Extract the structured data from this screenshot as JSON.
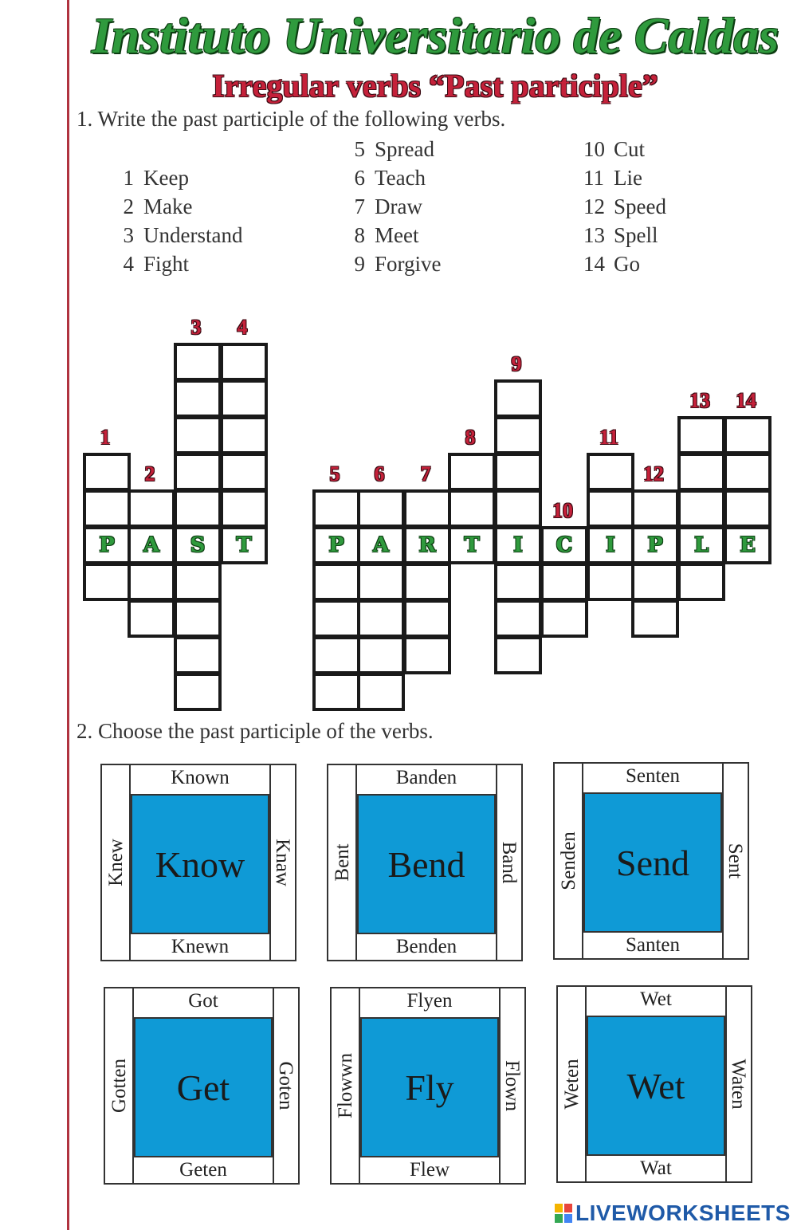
{
  "header": {
    "title": "Instituto Universitario de Caldas",
    "subtitle": "Irregular verbs “Past participle”"
  },
  "section1": {
    "instruction": "1.   Write the past participle of the following verbs.",
    "verbs": [
      {
        "n": "1",
        "w": "Keep"
      },
      {
        "n": "2",
        "w": "Make"
      },
      {
        "n": "3",
        "w": "Understand"
      },
      {
        "n": "4",
        "w": "Fight"
      },
      {
        "n": "5",
        "w": "Spread"
      },
      {
        "n": "6",
        "w": "Teach"
      },
      {
        "n": "7",
        "w": "Draw"
      },
      {
        "n": "8",
        "w": "Meet"
      },
      {
        "n": "9",
        "w": "Forgive"
      },
      {
        "n": "10",
        "w": "Cut"
      },
      {
        "n": "11",
        "w": "Lie"
      },
      {
        "n": "12",
        "w": "Speed"
      },
      {
        "n": "13",
        "w": "Spell"
      },
      {
        "n": "14",
        "w": "Go"
      }
    ]
  },
  "crossword": {
    "row_words": [
      "PAST",
      "PARTICIPLE"
    ],
    "clue_numbers": [
      "1",
      "2",
      "3",
      "4",
      "5",
      "6",
      "7",
      "8",
      "9",
      "10",
      "11",
      "12",
      "13",
      "14"
    ]
  },
  "section2": {
    "instruction": "2.   Choose the past participle of the verbs.",
    "boxes": [
      {
        "verb": "Know",
        "top": "Known",
        "bottom": "Knewn",
        "left": "Knew",
        "right": "Knaw"
      },
      {
        "verb": "Bend",
        "top": "Banden",
        "bottom": "Benden",
        "left": "Bent",
        "right": "Band"
      },
      {
        "verb": "Send",
        "top": "Senten",
        "bottom": "Santen",
        "left": "Senden",
        "right": "Sent"
      },
      {
        "verb": "Get",
        "top": "Got",
        "bottom": "Geten",
        "left": "Gotten",
        "right": "Goten"
      },
      {
        "verb": "Fly",
        "top": "Flyen",
        "bottom": "Flew",
        "left": "Flowwn",
        "right": "Flown"
      },
      {
        "verb": "Wet",
        "top": "Wet",
        "bottom": "Wat",
        "left": "Weten",
        "right": "Waten"
      }
    ]
  },
  "footer": {
    "logo_text": "LIVEWORKSHEETS",
    "colors": {
      "brand": "#1f5aa8",
      "green": "#2f9a3d",
      "red": "#c5213a",
      "box_blue": "#0f9ad6"
    }
  }
}
